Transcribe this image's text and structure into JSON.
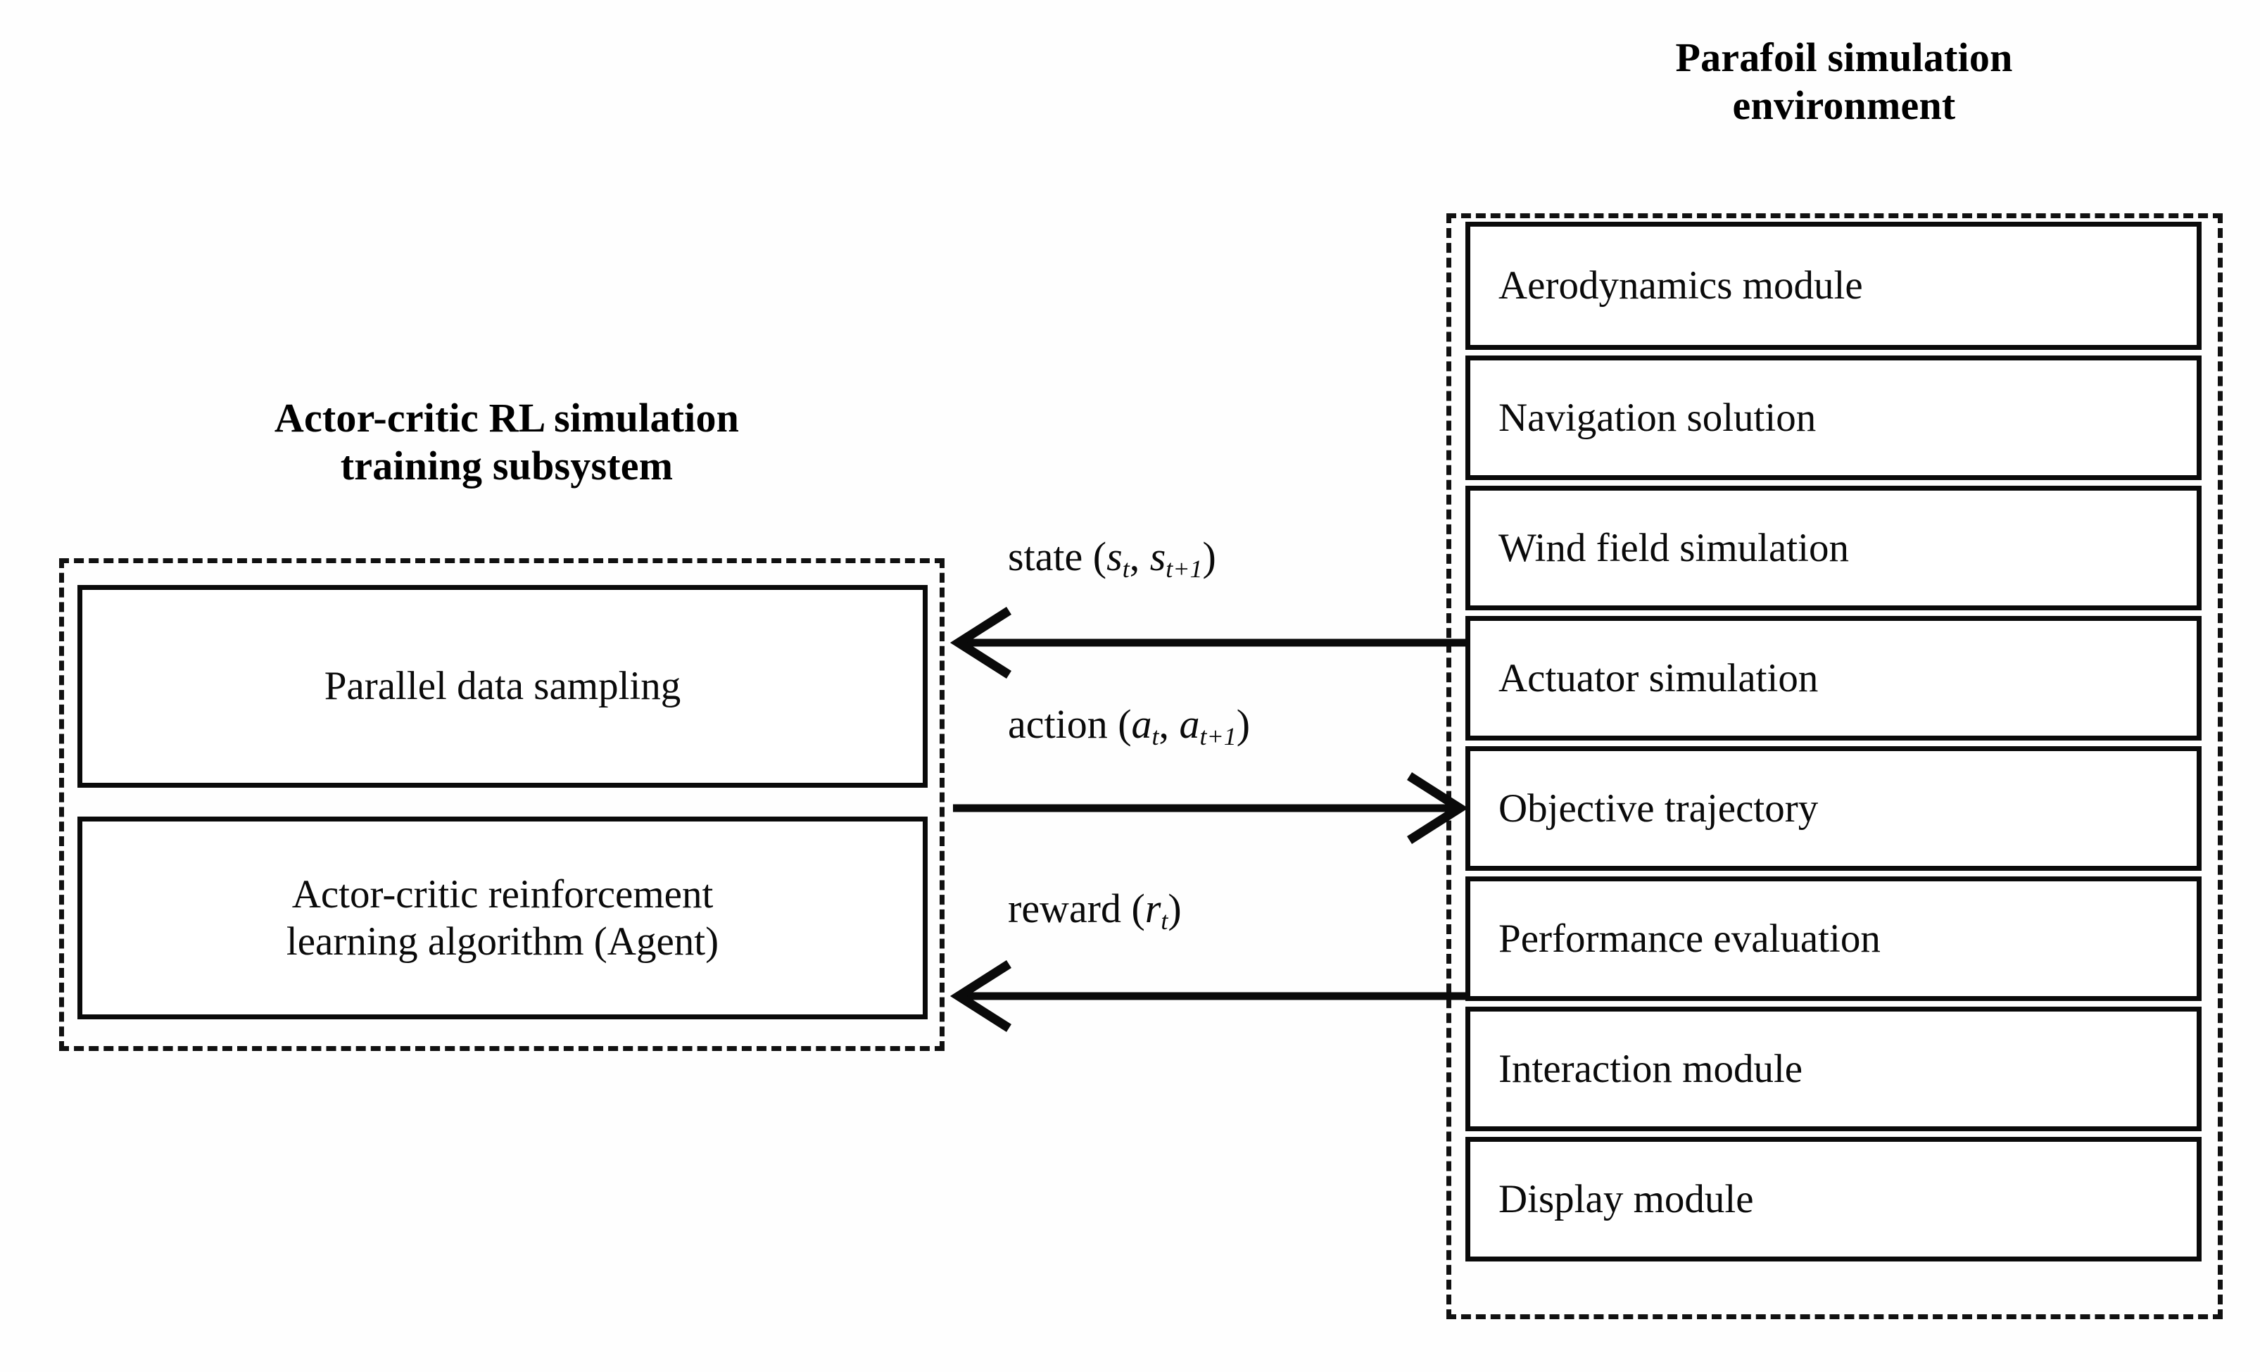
{
  "diagram": {
    "left_subsystem": {
      "title": "Actor-critic RL simulation\ntraining subsystem",
      "boxes": [
        {
          "label": "Parallel data sampling"
        },
        {
          "label": "Actor-critic reinforcement\nlearning algorithm (Agent)"
        }
      ]
    },
    "right_subsystem": {
      "title": "Parafoil simulation\nenvironment",
      "boxes": [
        {
          "label": "Aerodynamics module"
        },
        {
          "label": "Navigation solution"
        },
        {
          "label": "Wind field simulation"
        },
        {
          "label": "Actuator simulation"
        },
        {
          "label": "Objective trajectory"
        },
        {
          "label": "Performance evaluation"
        },
        {
          "label": "Interaction module"
        },
        {
          "label": "Display module"
        }
      ]
    },
    "arrows": [
      {
        "name": "state-arrow",
        "direction": "right-to-left",
        "label_prefix": "state (",
        "label_sym1": "s",
        "label_sub1": "t",
        "label_mid": ", ",
        "label_sym2": "s",
        "label_sub2": "t+1",
        "label_suffix": ")"
      },
      {
        "name": "action-arrow",
        "direction": "left-to-right",
        "label_prefix": "action (",
        "label_sym1": "a",
        "label_sub1": "t",
        "label_mid": ", ",
        "label_sym2": "a",
        "label_sub2": "t+1",
        "label_suffix": ")"
      },
      {
        "name": "reward-arrow",
        "direction": "right-to-left",
        "label_prefix": "reward (",
        "label_sym1": "r",
        "label_sub1": "t",
        "label_mid": "",
        "label_sym2": "",
        "label_sub2": "",
        "label_suffix": ")"
      }
    ],
    "colors": {
      "stroke": "#0a0a0a",
      "background": "#fefefe",
      "dashed_border": "#111111"
    }
  }
}
